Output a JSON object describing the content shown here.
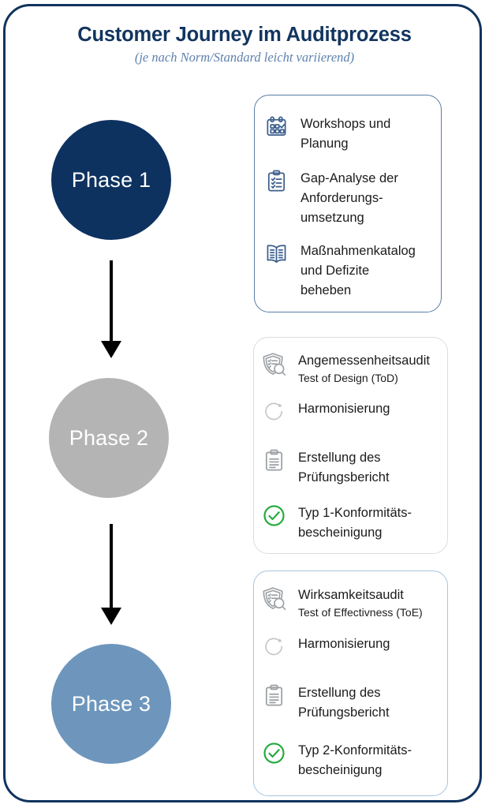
{
  "header": {
    "title": "Customer Journey im Auditprozess",
    "subtitle": "(je nach Norm/Standard leicht variierend)"
  },
  "colors": {
    "frame_border": "#11335f",
    "title": "#12355f",
    "subtitle": "#5d81ae",
    "phase1_circle": "#0e3260",
    "phase2_circle": "#b4b4b4",
    "phase3_circle": "#6e96bd",
    "card1_border": "#5b7da8",
    "card2_border": "#dddddd",
    "card3_border": "#a8c4e0",
    "arrow": "#010101",
    "icon_blue": "#3c5f8c",
    "icon_gray": "#9b9fa3",
    "icon_green": "#22a93a"
  },
  "phases": [
    {
      "circle_label": "Phase 1",
      "items": [
        {
          "icon": "calendar-check-icon",
          "title": "Workshops und\nPlanung",
          "sub": ""
        },
        {
          "icon": "clipboard-checklist-icon",
          "title": "Gap-Analyse der\nAnforderungs-\numsetzung",
          "sub": ""
        },
        {
          "icon": "open-book-icon",
          "title": "Maßnahmenkatalog\nund Defizite\nbeheben",
          "sub": ""
        }
      ]
    },
    {
      "circle_label": "Phase 2",
      "items": [
        {
          "icon": "shield-magnifier-icon",
          "title": "Angemessenheitsaudit",
          "sub": "Test of Design (ToD)"
        },
        {
          "icon": "refresh-circle-icon",
          "title": "Harmonisierung",
          "sub": ""
        },
        {
          "icon": "clipboard-lines-icon",
          "title": "Erstellung des\nPrüfungsbericht",
          "sub": ""
        },
        {
          "icon": "check-circle-icon",
          "title": "Typ 1-Konformitäts-\nbescheinigung",
          "sub": ""
        }
      ]
    },
    {
      "circle_label": "Phase 3",
      "items": [
        {
          "icon": "shield-magnifier-icon",
          "title": "Wirksamkeitsaudit",
          "sub": "Test of Effectivness (ToE)"
        },
        {
          "icon": "refresh-circle-icon",
          "title": "Harmonisierung",
          "sub": ""
        },
        {
          "icon": "clipboard-lines-icon",
          "title": "Erstellung des\nPrüfungsbericht",
          "sub": ""
        },
        {
          "icon": "check-circle-icon",
          "title": "Typ 2-Konformitäts-\nbescheinigung",
          "sub": ""
        }
      ]
    }
  ]
}
